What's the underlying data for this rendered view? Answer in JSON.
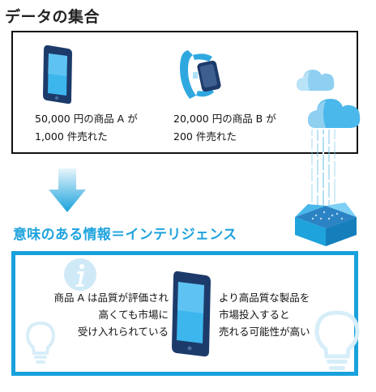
{
  "data_collection": {
    "title": "データの集合",
    "item_a": {
      "line1": "50,000 円の商品 A が",
      "line2": "1,000 件売れた"
    },
    "item_b": {
      "line1": "20,000 円の商品 B が",
      "line2": "200 件売れた"
    }
  },
  "intelligence": {
    "title": "意味のある情報＝インテリジェンス",
    "left_text": {
      "line1": "商品 A は品質が評価され",
      "line2": "高くても市場に",
      "line3": "受け入れられている"
    },
    "right_text": {
      "line1": "より高品質な製品を",
      "line2": "市場投入すると",
      "line3": "売れる可能性が高い"
    }
  },
  "colors": {
    "accent": "#19a1dc",
    "light_accent": "#cfe9f7",
    "text": "#111111"
  }
}
